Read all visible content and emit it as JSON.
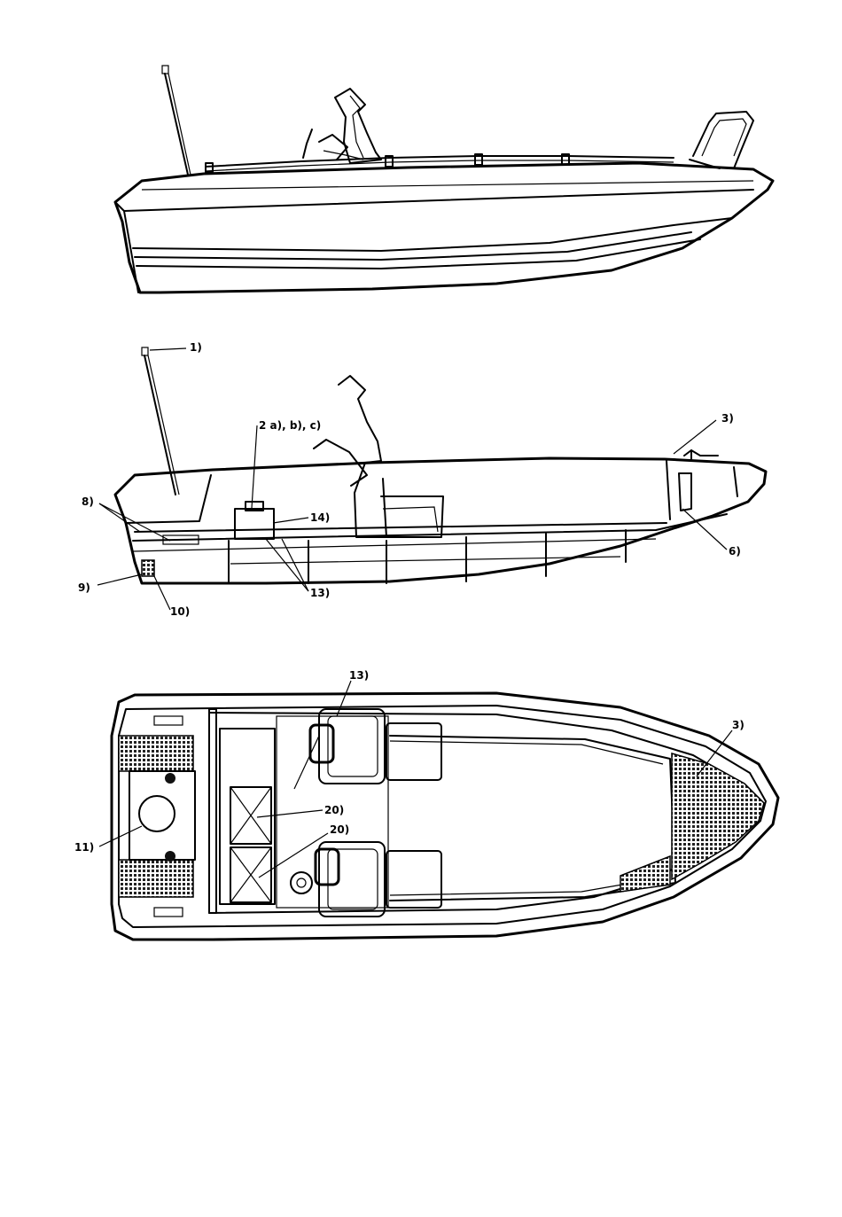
{
  "callouts": {
    "c1": "1)",
    "c2": "2 a), b), c)",
    "c3_side": "3)",
    "c6": "6)",
    "c8": "8)",
    "c9": "9)",
    "c10": "10)",
    "c13_side": "13)",
    "c14": "14)",
    "c13_top": "13)",
    "c3_top": "3)",
    "c11": "11)",
    "c20_a": "20)",
    "c20_b": "20)"
  }
}
